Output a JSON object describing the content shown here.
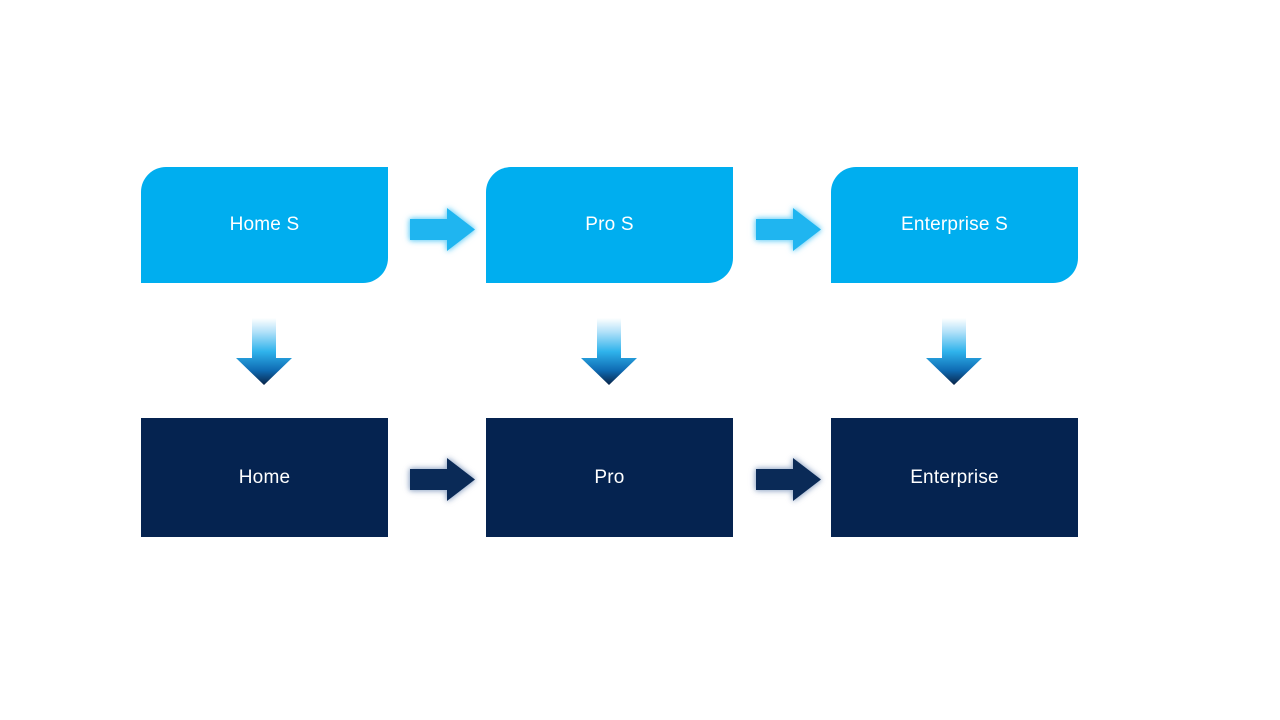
{
  "colors": {
    "background": "#FFFFFF",
    "top_box": "#00AEEF",
    "bottom_box": "#052350",
    "box_text": "#FFFFFF",
    "arrow_light": "#1FB5F0",
    "arrow_dark": "#0A2A57",
    "down_arrow_gradient_top": "#FFFFFF",
    "down_arrow_gradient_mid": "#2FB3EC",
    "down_arrow_gradient_bottom": "#092448"
  },
  "nodes": {
    "top": [
      {
        "label": "Home S"
      },
      {
        "label": "Pro S"
      },
      {
        "label": "Enterprise S"
      }
    ],
    "bottom": [
      {
        "label": "Home"
      },
      {
        "label": "Pro"
      },
      {
        "label": "Enterprise"
      }
    ]
  }
}
